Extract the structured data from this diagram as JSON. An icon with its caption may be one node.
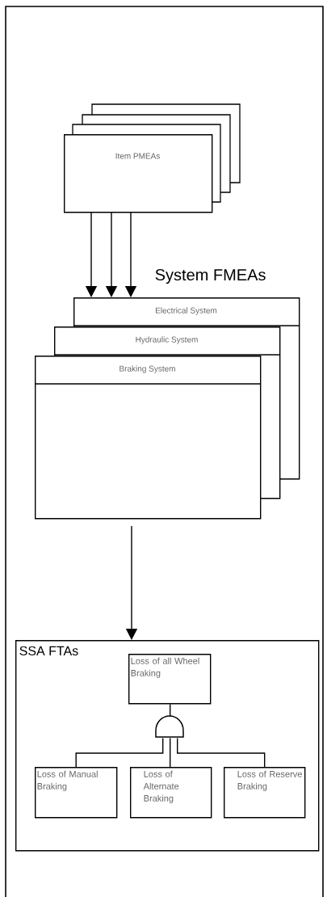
{
  "diagram": {
    "nodes": [
      {
        "text": [
          "Item PMEAs"
        ]
      },
      {
        "text": [
          "Electrical System"
        ]
      },
      {
        "text": [
          "Hydraulic System"
        ]
      },
      {
        "text": [
          "Braking System"
        ]
      },
      {
        "text": [
          "SSA FTAs"
        ]
      },
      {
        "text": [
          "Loss of all Wheel Braking"
        ],
        "in": 4
      },
      {
        "text": [],
        "shape": "gate",
        "in": 4
      },
      {
        "text": [
          "Loss of Manual Braking"
        ],
        "in": 4
      },
      {
        "text": [
          "Loss of Alternate Braking"
        ],
        "in": 4
      },
      {
        "text": [
          "Loss of Reserve Braking"
        ],
        "in": 4
      }
    ],
    "edges": [
      {
        "from": 0,
        "to": 1,
        "arrow": "to"
      },
      {
        "from": 0,
        "to": 1,
        "arrow": "to"
      },
      {
        "from": 0,
        "to": 1,
        "arrow": "to"
      },
      {
        "from": 3,
        "to": 4,
        "arrow": "to"
      },
      {
        "from": 5,
        "to": 6,
        "arrow": "none"
      },
      {
        "from": 6,
        "to": 7,
        "arrow": "none"
      },
      {
        "from": 6,
        "to": 8,
        "arrow": "none"
      },
      {
        "from": 6,
        "to": 9,
        "arrow": "none"
      }
    ],
    "labels": [
      "System FMEAs"
    ]
  }
}
